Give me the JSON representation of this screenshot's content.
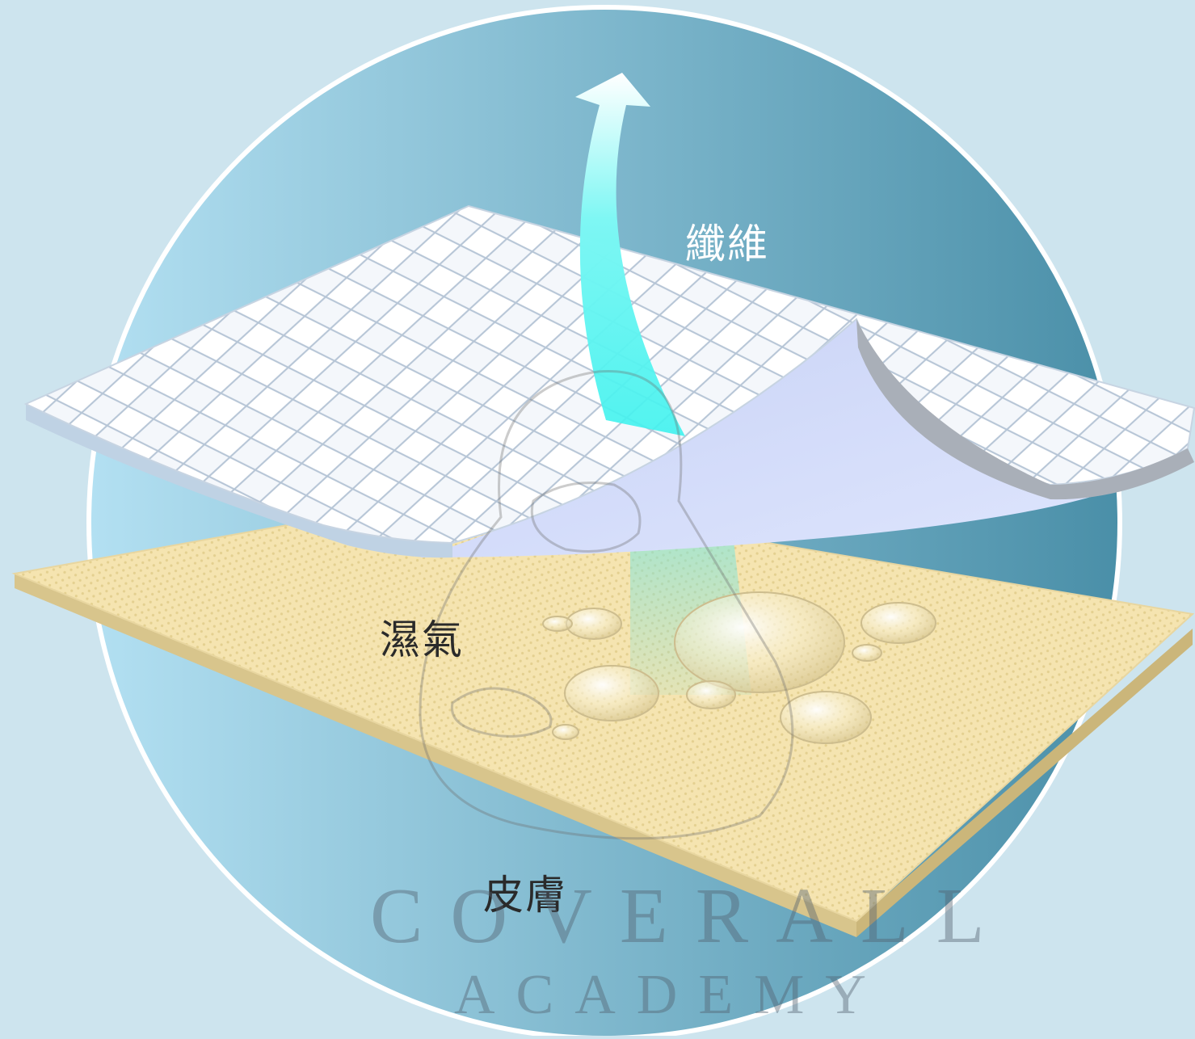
{
  "labels": {
    "fiber": "纖維",
    "moisture": "濕氣",
    "skin": "皮膚"
  },
  "watermark": {
    "line1": "COVERALL",
    "line2": "ACADEMY"
  },
  "colors": {
    "background": "#cde4ee",
    "circle_left": "#b3e0f2",
    "circle_right": "#4a8fa8",
    "fiber_sheet": "#f3f7fb",
    "fiber_underside": "#d4dcfc",
    "skin_layer": "#f5e4b0",
    "arrow": "#3ff2ee"
  }
}
